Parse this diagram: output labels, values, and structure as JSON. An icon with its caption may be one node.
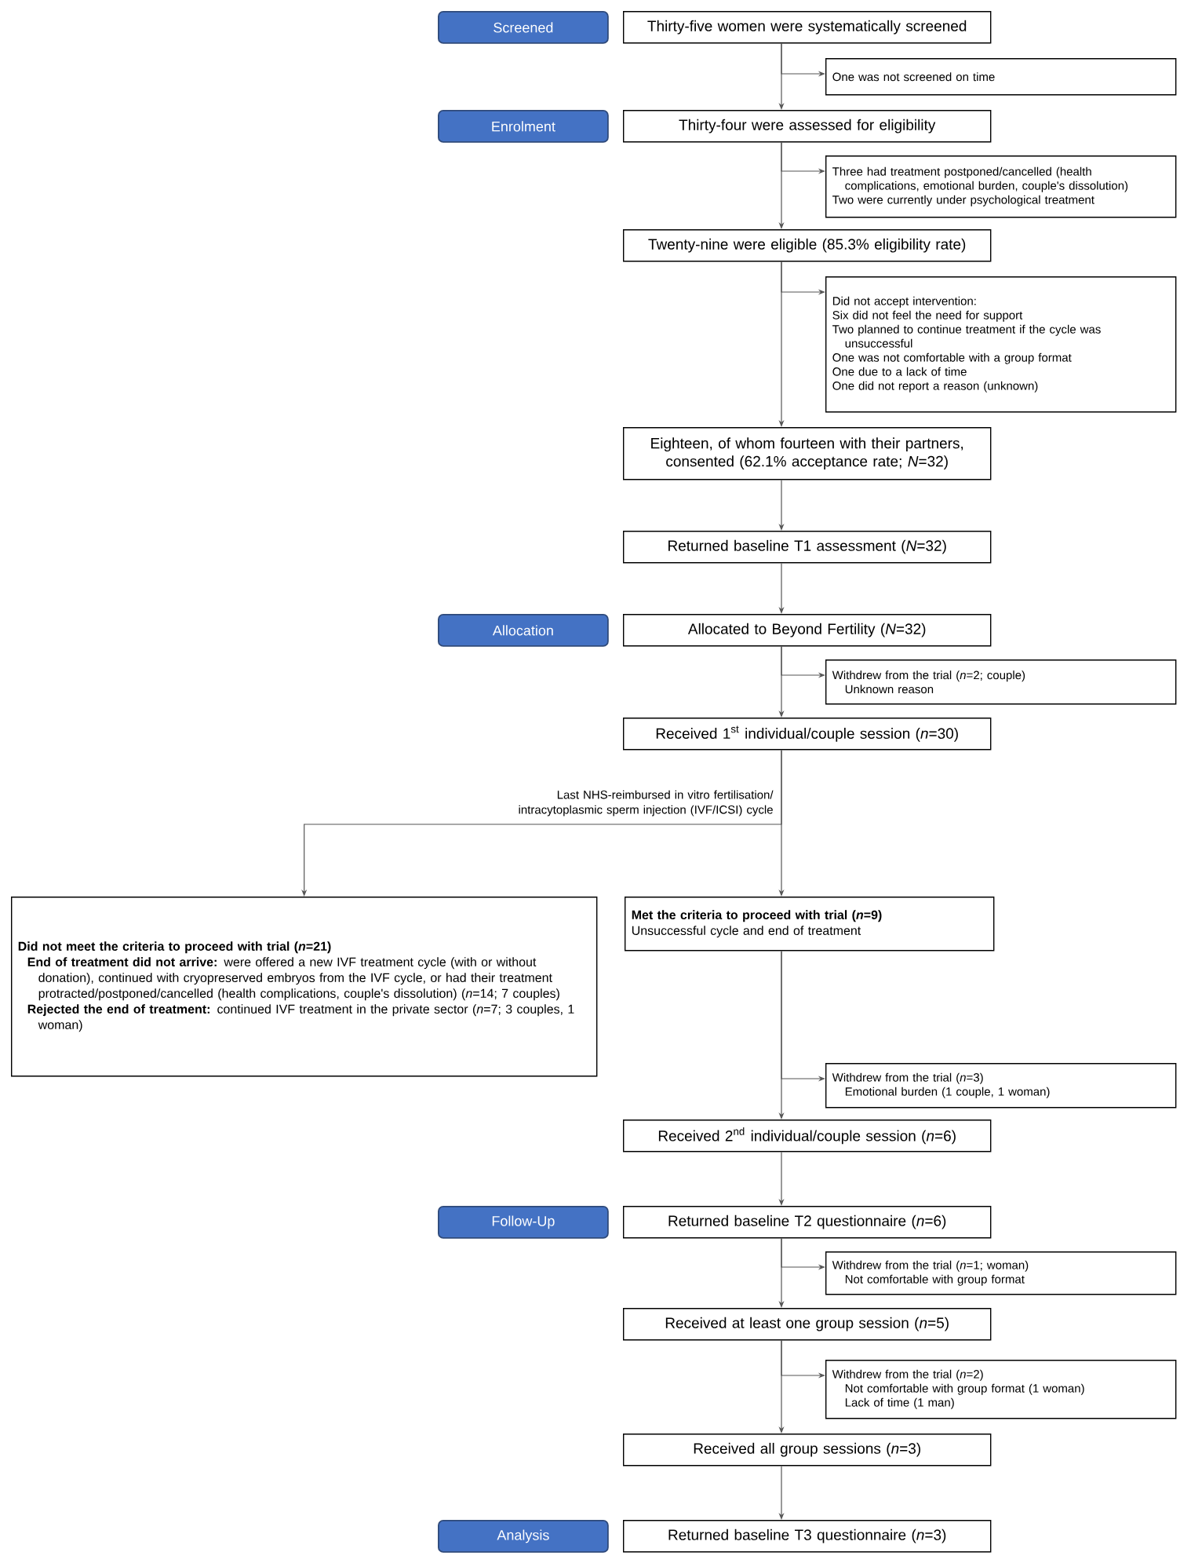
{
  "diagram": {
    "nodes": [
      {
        "text": [
          "Screened"
        ]
      },
      {
        "text": [
          "Thirty-five women were systematically screened"
        ]
      },
      {
        "text": [
          "One was not screened on time"
        ]
      },
      {
        "text": [
          "Enrolment"
        ]
      },
      {
        "text": [
          "Thirty-four were assessed for eligibility"
        ]
      },
      {
        "text": [
          "Three had treatment postponed/cancelled (health complications, emotional burden, couple's dissolution)",
          "Two were currently under psychological treatment"
        ]
      },
      {
        "text": [
          "Twenty-nine were eligible (85.3% eligibility rate)"
        ]
      },
      {
        "text": [
          "Did not accept intervention:",
          "Six did not feel the need for support",
          "Two planned to continue treatment if the cycle was unsuccessful",
          "One was not comfortable with a group format",
          "One due to a lack of time",
          "One did not report a reason (unknown)"
        ]
      },
      {
        "text": [
          "Eighteen, of whom fourteen with their partners, consented (62.1% acceptance rate; *N*=32)"
        ]
      },
      {
        "text": [
          "Returned baseline T1 assessment (*N*=32)"
        ]
      },
      {
        "text": [
          "Allocation"
        ]
      },
      {
        "text": [
          "Allocated to Beyond Fertility (*N*=32)"
        ]
      },
      {
        "text": [
          "Withdrew from the trial (*n*=2; couple)",
          "Unknown reason"
        ]
      },
      {
        "text": [
          "Received 1$^{st}$ individual/couple session (*n*=30)"
        ]
      },
      {
        "text": [
          "Did not meet the criteria to proceed with trial (*n*=21)",
          "**End of treatment did not arrive:** were offered a new IVF treatment cycle (with or without donation), continued with cryopreserved embryos from the IVF cycle, or had their treatment protracted/postponed/cancelled (health complications, couple's dissolution) (*n*=14; 7 couples)",
          "**Rejected the end of treatment:** continued IVF treatment in the private sector (*n*=7; 3 couples, 1 woman)"
        ]
      },
      {
        "text": [
          "Met the criteria to proceed with trial (*n*=9)",
          "Unsuccessful cycle and end of treatment"
        ]
      },
      {
        "text": [
          "Withdrew from the trial (*n*=3)",
          "Emotional burden (1 couple, 1 woman)"
        ]
      },
      {
        "text": [
          "Received 2$^{nd}$ individual/couple session (*n*=6)"
        ]
      },
      {
        "text": [
          "Follow-Up"
        ]
      },
      {
        "text": [
          "Returned baseline T2 questionnaire (*n*=6)"
        ]
      },
      {
        "text": [
          "Withdrew from the trial (*n*=1; woman)",
          "Not comfortable with group format"
        ]
      },
      {
        "text": [
          "Received at least one group session (*n*=5)"
        ]
      },
      {
        "text": [
          "Withdrew from the trial (*n*=2)",
          "Not comfortable with group format (1 woman)",
          "Lack of time (1 man)"
        ]
      },
      {
        "text": [
          "Received all group sessions (*n*=3)"
        ]
      },
      {
        "text": [
          "Analysis"
        ]
      },
      {
        "text": [
          "Returned baseline T3 questionnaire (*n*=3)"
        ]
      }
    ],
    "edges": [
      {
        "from": 1,
        "to": 2,
        "arrow": "to"
      },
      {
        "from": 1,
        "to": 4,
        "arrow": "to"
      },
      {
        "from": 4,
        "to": 5,
        "arrow": "to"
      },
      {
        "from": 4,
        "to": 6,
        "arrow": "to"
      },
      {
        "from": 6,
        "to": 7,
        "arrow": "to"
      },
      {
        "from": 6,
        "to": 8,
        "arrow": "to"
      },
      {
        "from": 8,
        "to": 9,
        "arrow": "to"
      },
      {
        "from": 9,
        "to": 11,
        "arrow": "to"
      },
      {
        "from": 11,
        "to": 12,
        "arrow": "to"
      },
      {
        "from": 11,
        "to": 13,
        "arrow": "to"
      },
      {
        "from": 13,
        "to": 14,
        "arrow": "to",
        "label": "Last NHS-reimbursed in vitro fertilisation/ intracytoplasmic sperm injection (IVF/ICSI) cycle"
      },
      {
        "from": 13,
        "to": 15,
        "arrow": "to"
      },
      {
        "from": 15,
        "to": 16,
        "arrow": "to"
      },
      {
        "from": 15,
        "to": 17,
        "arrow": "to"
      },
      {
        "from": 17,
        "to": 19,
        "arrow": "to"
      },
      {
        "from": 19,
        "to": 20,
        "arrow": "to"
      },
      {
        "from": 19,
        "to": 21,
        "arrow": "to"
      },
      {
        "from": 21,
        "to": 22,
        "arrow": "to"
      },
      {
        "from": 21,
        "to": 23,
        "arrow": "to"
      },
      {
        "from": 23,
        "to": 25,
        "arrow": "to"
      }
    ]
  }
}
